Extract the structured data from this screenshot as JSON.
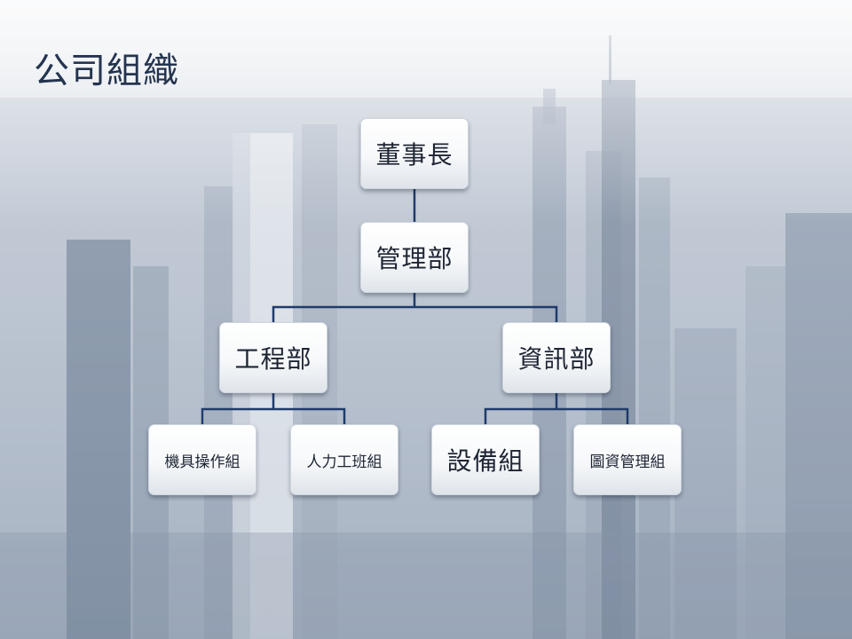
{
  "slide": {
    "title": "公司組織"
  },
  "org_chart": {
    "chairman": "董事長",
    "management": "管理部",
    "engineering": "工程部",
    "information": "資訊部",
    "machinery_group": "機具操作組",
    "labor_group": "人力工班組",
    "equipment_group": "設備組",
    "records_group": "圖資管理組"
  },
  "colors": {
    "connector": "#1f3b6b",
    "title_text": "#24344f",
    "node_text": "#1d2433"
  },
  "background": {
    "description_icon": "city-skyline-image"
  }
}
